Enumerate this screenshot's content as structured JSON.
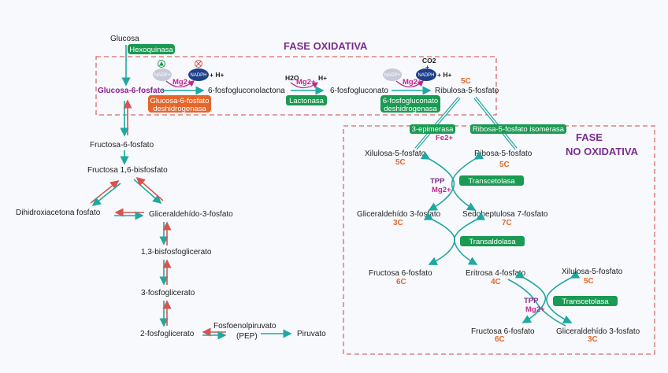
{
  "phases": {
    "oxidative": "FASE OXIDATIVA",
    "non_oxidative_line1": "FASE",
    "non_oxidative_line2": "NO OXIDATIVA"
  },
  "oxidative": {
    "glucose": "Glucosa",
    "hexokinase": "Hexoquinasa",
    "g6p": "Glucosa-6-fosfato",
    "g6pdh_line1": "Glucosa-6-fosfato",
    "g6pdh_line2": "deshidrogenasa",
    "nadp": "NADP+",
    "nadph": "NADPH",
    "h_plus": "+ H+",
    "mg": "Mg2+",
    "lactone": "6-fosfogluconolactona",
    "h2o": "H2O",
    "h_plus_2": "H+",
    "lactonase": "Lactonasa",
    "gluconate": "6-fosfogluconato",
    "pgdh_line1": "6-fosfogluconato",
    "pgdh_line2": "deshidrogenasa",
    "co2": "CO2",
    "plus": "+",
    "ribulose": "Ribulosa-5-fosfato",
    "ribulose_c": "5C"
  },
  "non_oxidative": {
    "epimerase": "3-epimerasa",
    "fe": "Fe2+",
    "isomerase": "Ribosa-5-fosfato isomerasa",
    "xylulose": "Xilulosa-5-fosfato",
    "xylulose_c": "5C",
    "ribose": "Ribosa-5-fosfato",
    "ribose_c": "5C",
    "tpp": "TPP",
    "mg": "Mg2+",
    "transketolase": "Transcetolasa",
    "gap": "Gliceraldehído 3-fosfato",
    "gap_c": "3C",
    "sedo": "Sedoheptulosa 7-fosfato",
    "sedo_c": "7C",
    "transaldolase": "Transaldolasa",
    "f6p": "Fructosa 6-fosfato",
    "f6p_c": "6C",
    "erythrose": "Eritrosa 4-fosfato",
    "erythrose_c": "4C",
    "xylulose2": "Xilulosa-5-fosfato",
    "xylulose2_c": "5C",
    "transketolase2": "Transcetolasa",
    "f6p2": "Fructosa 6-fosfato",
    "f6p2_c": "6C",
    "gap2": "Gliceraldehído 3-fosfato",
    "gap2_c": "3C"
  },
  "glycolysis": {
    "f6p": "Fructosa-6-fosfato",
    "f16bp": "Fructosa 1,6-bisfosfato",
    "dhap": "Dihidroxiacetona fosfato",
    "g3p": "Gliceraldehído-3-fosfato",
    "bpg": "1,3-bisfosfoglicerato",
    "pg3": "3-fosfoglicerato",
    "pg2": "2-fosfoglicerato",
    "pep_line1": "Fosfoenolpiruvato",
    "pep_line2": "(PEP)",
    "pyruvate": "Piruvato"
  },
  "colors": {
    "teal_arrow": "#1fa8a0",
    "red_arrow": "#d9534f",
    "enzyme_green": "#1a9a52",
    "enzyme_orange": "#e5662b",
    "phase_purple": "#7b2d8e",
    "carbon_orange": "#e06a2c",
    "mg_magenta": "#c0268f",
    "box_dashed": "#d86a6a"
  }
}
